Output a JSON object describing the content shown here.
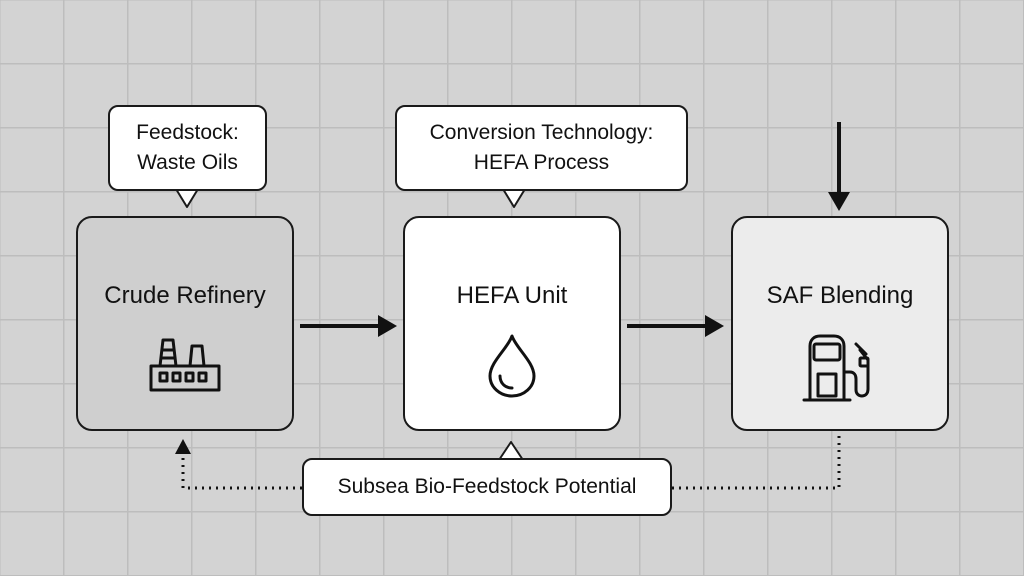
{
  "nodes": {
    "refinery": {
      "label": "Crude Refinery",
      "icon": "factory-icon"
    },
    "hefa": {
      "label": "HEFA Unit",
      "icon": "droplet-icon"
    },
    "saf": {
      "label": "SAF Blending",
      "icon": "fuel-pump-icon"
    }
  },
  "callouts": {
    "feedstock": {
      "line1": "Feedstock:",
      "line2": "Waste Oils"
    },
    "conversion": {
      "line1": "Conversion Technology:",
      "line2": "HEFA Process"
    },
    "subsea": {
      "text": "Subsea Bio-Feedstock Potential"
    }
  },
  "colors": {
    "background": "#d3d3d3",
    "grid": "#bdbdbd",
    "stroke": "#1a1a1a",
    "refinery_fill": "#cfcfcf",
    "hefa_fill": "#ffffff",
    "saf_fill": "#ececec"
  }
}
